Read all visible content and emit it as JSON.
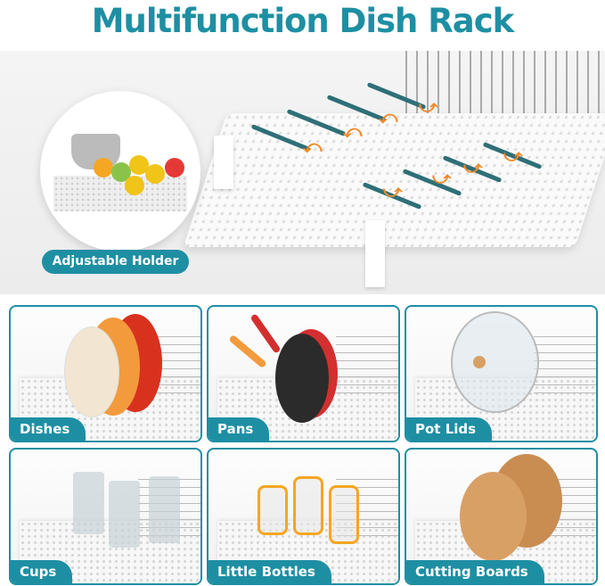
{
  "title": "Multifunction Dish Rack",
  "colors": {
    "accent": "#1e8fa3",
    "orange": "#f08a2a"
  },
  "hero": {
    "inset_label": "Adjustable Holder"
  },
  "panels": [
    {
      "label": "Dishes",
      "icon": "plates"
    },
    {
      "label": "Pans",
      "icon": "frying-pans"
    },
    {
      "label": "Pot Lids",
      "icon": "pot-lid"
    },
    {
      "label": "Cups",
      "icon": "glass-cups"
    },
    {
      "label": "Little Bottles",
      "icon": "baby-bottles"
    },
    {
      "label": "Cutting Boards",
      "icon": "cutting-boards"
    }
  ]
}
